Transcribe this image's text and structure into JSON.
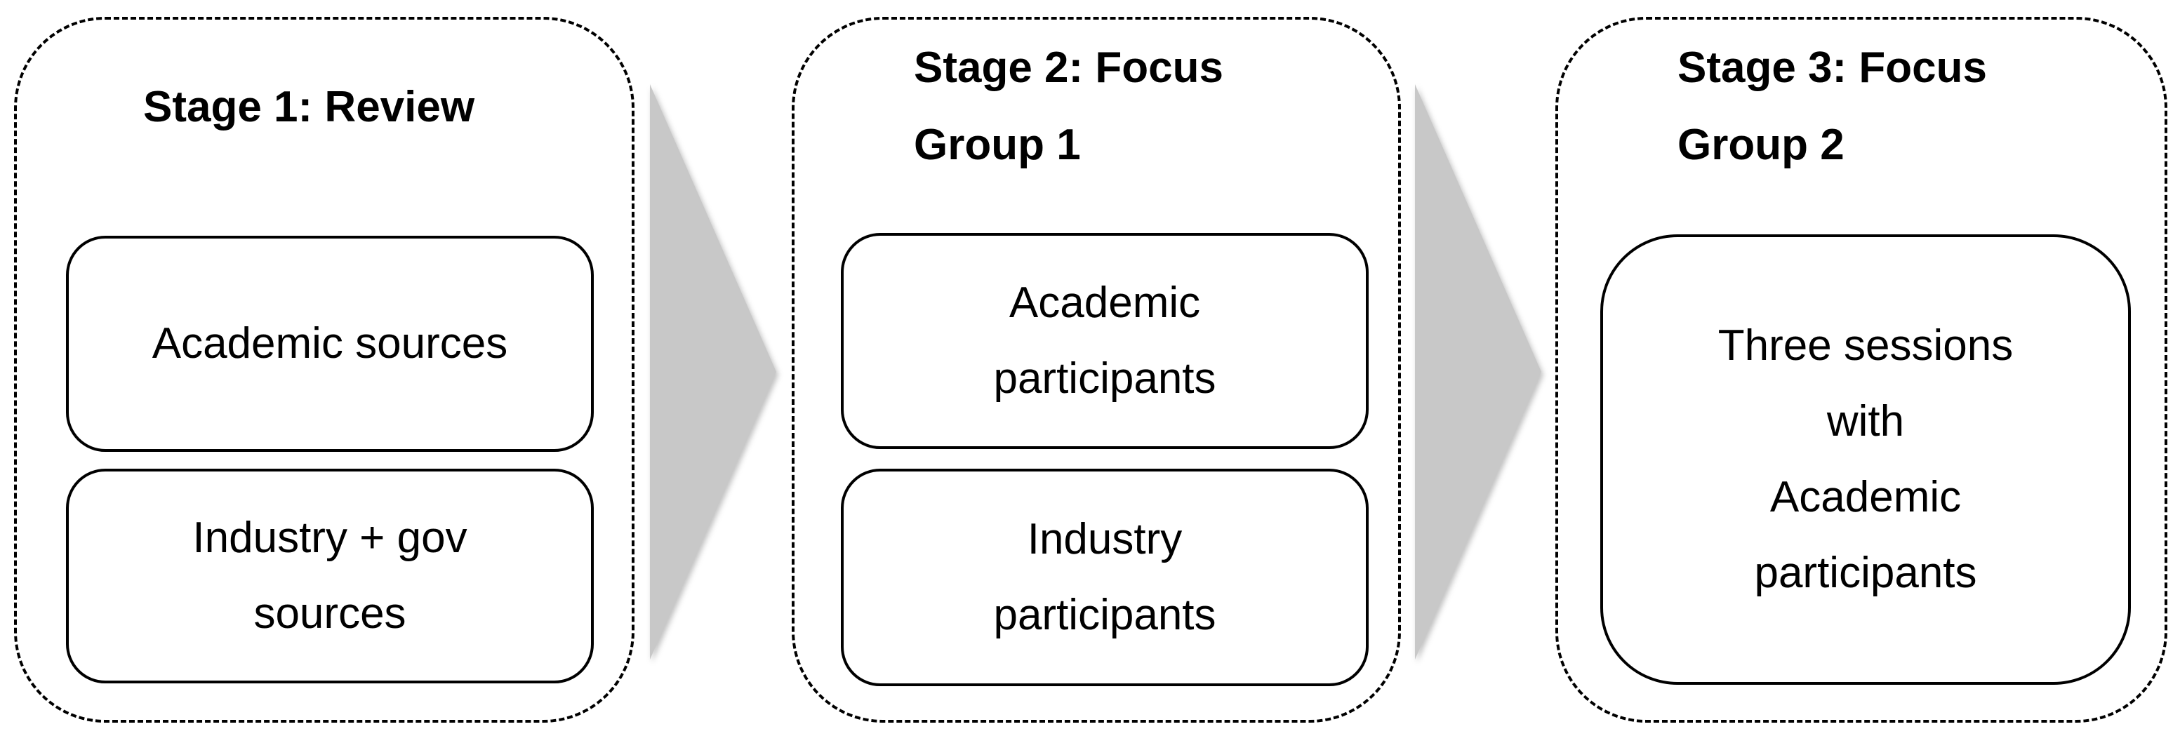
{
  "stages": [
    {
      "title_lines": [
        "Stage 1: Review"
      ],
      "boxes": [
        {
          "lines": [
            "Academic sources"
          ]
        },
        {
          "lines": [
            "Industry + gov",
            "sources"
          ]
        }
      ]
    },
    {
      "title_lines": [
        "Stage 2: Focus",
        "Group 1"
      ],
      "boxes": [
        {
          "lines": [
            "Academic",
            "participants"
          ]
        },
        {
          "lines": [
            "Industry",
            "participants"
          ]
        }
      ]
    },
    {
      "title_lines": [
        "Stage 3: Focus",
        "Group 2"
      ],
      "boxes": [
        {
          "lines": [
            "Three sessions",
            "with",
            "Academic",
            "participants"
          ]
        }
      ]
    }
  ],
  "colors": {
    "arrow": "#c8c8c8",
    "border": "#000000"
  }
}
